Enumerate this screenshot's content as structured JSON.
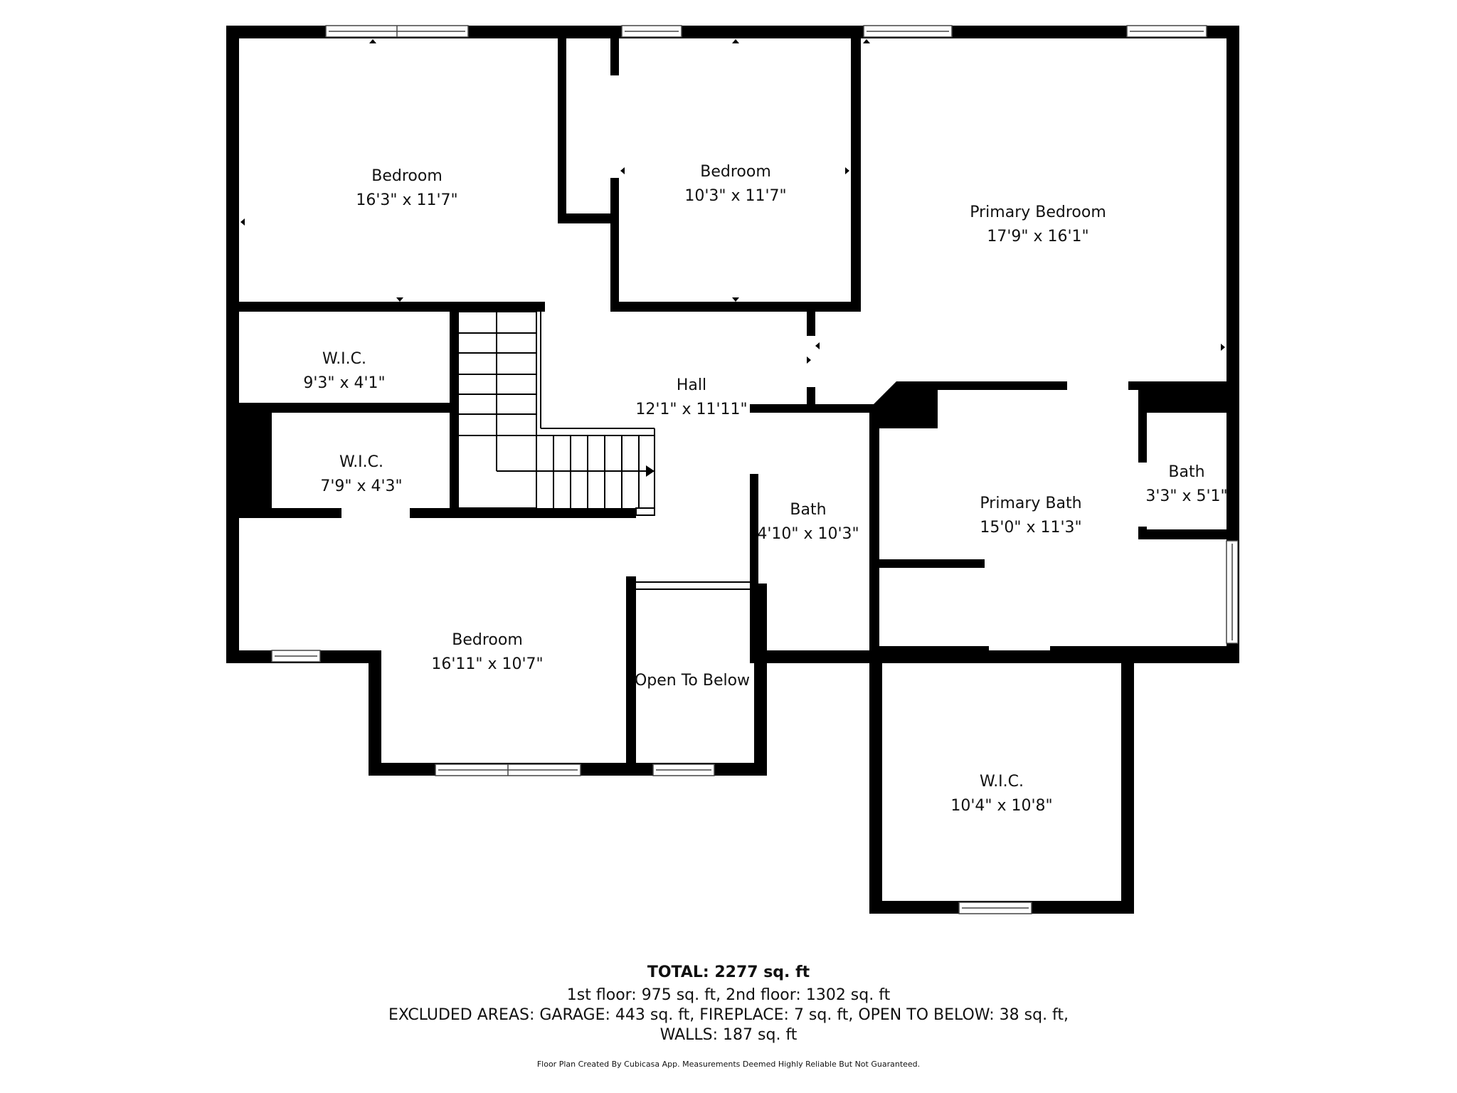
{
  "floor_plan": {
    "rooms": [
      {
        "name": "Bedroom",
        "dimensions": "16'3\" x 11'7\""
      },
      {
        "name": "Bedroom",
        "dimensions": "10'3\" x 11'7\""
      },
      {
        "name": "Primary Bedroom",
        "dimensions": "17'9\" x 16'1\""
      },
      {
        "name": "W.I.C.",
        "dimensions": "9'3\" x 4'1\""
      },
      {
        "name": "Hall",
        "dimensions": "12'1\" x 11'11\""
      },
      {
        "name": "W.I.C.",
        "dimensions": "7'9\" x 4'3\""
      },
      {
        "name": "Bath",
        "dimensions": "4'10\" x 10'3\""
      },
      {
        "name": "Primary Bath",
        "dimensions": "15'0\" x 11'3\""
      },
      {
        "name": "Bath",
        "dimensions": "3'3\" x 5'1\""
      },
      {
        "name": "Bedroom",
        "dimensions": "16'11\" x 10'7\""
      },
      {
        "name": "Open To Below",
        "dimensions": ""
      },
      {
        "name": "W.I.C.",
        "dimensions": "10'4\" x 10'8\""
      }
    ]
  },
  "summary": {
    "total": "TOTAL: 2277 sq. ft",
    "floors": "1st floor: 975 sq. ft, 2nd floor: 1302 sq. ft",
    "excluded": "EXCLUDED AREAS: GARAGE: 443 sq. ft, FIREPLACE: 7 sq. ft, OPEN TO BELOW: 38 sq. ft,",
    "walls": "WALLS: 187 sq. ft",
    "disclaimer": "Floor Plan Created By Cubicasa App. Measurements Deemed Highly Reliable But Not Guaranteed."
  }
}
